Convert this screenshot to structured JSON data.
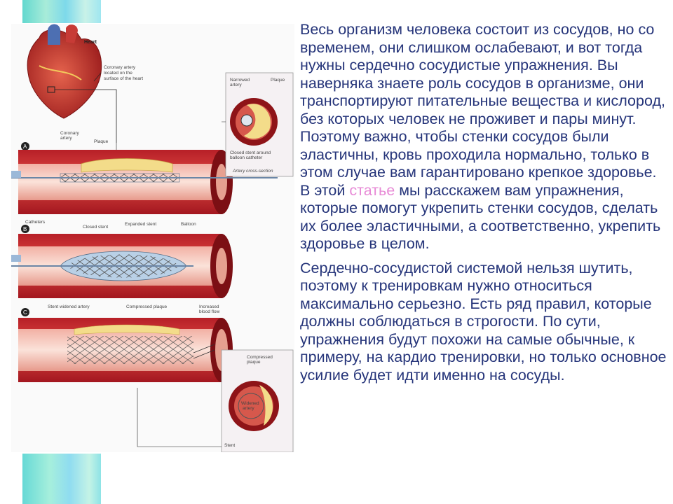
{
  "paragraph1": {
    "before_link": "Весь организм человека состоит из сосудов, но со временем, они слишком ослабевают, и вот тогда нужны сердечно сосудистые упражнения. Вы наверняка знаете роль сосудов в организме, они транспортируют питательные вещества и кислород, без которых человек не проживет и пары минут. Поэтому важно, чтобы стенки сосудов были эластичны, кровь проходила нормально, только в этом случае вам гарантировано крепкое здоровье. В этой ",
    "link": "статье",
    "after_link": " мы расскажем вам упражнения, которые помогут укрепить стенки сосудов, сделать их более эластичными, а соответственно, укрепить здоровье в целом."
  },
  "paragraph2": "Сердечно-сосудистой системой нельзя шутить, поэтому к тренировкам нужно относиться максимально серьезно. Есть ряд правил, которые должны соблюдаться в строгости. По сути, упражнения будут похожи на самые обычные, к примеру, на кардио тренировки, но только основное усилие будет идти именно на сосуды.",
  "colors": {
    "text": "#26357a",
    "link": "#e78ad6",
    "vessel": "#c8262c",
    "plaque": "#f3dc8a"
  },
  "illustration": {
    "heart_label": "Heart",
    "coronary_label": "Coronary artery located on the surface of the heart",
    "step_a": "A",
    "step_b": "B",
    "step_c": "C",
    "narrowed_label": "Narrowed artery",
    "plaque_label": "Plaque",
    "closed_stent_around_label": "Closed stent around balloon catheter",
    "cross_section_label": "Artery cross-section",
    "coronary_artery_label": "Coronary artery",
    "plaque_label_a": "Plaque",
    "catheters_label": "Catheters",
    "closed_stent_label": "Closed stent",
    "expanded_stent_label": "Expanded stent",
    "balloon_label": "Balloon",
    "stent_widened_label": "Stent widened artery",
    "compressed_plaque_label": "Compressed plaque",
    "increased_flow_label": "Increased blood flow",
    "compressed_plaque_label2": "Compressed plaque",
    "widened_artery_label": "Widened artery",
    "stent_label": "Stent"
  }
}
